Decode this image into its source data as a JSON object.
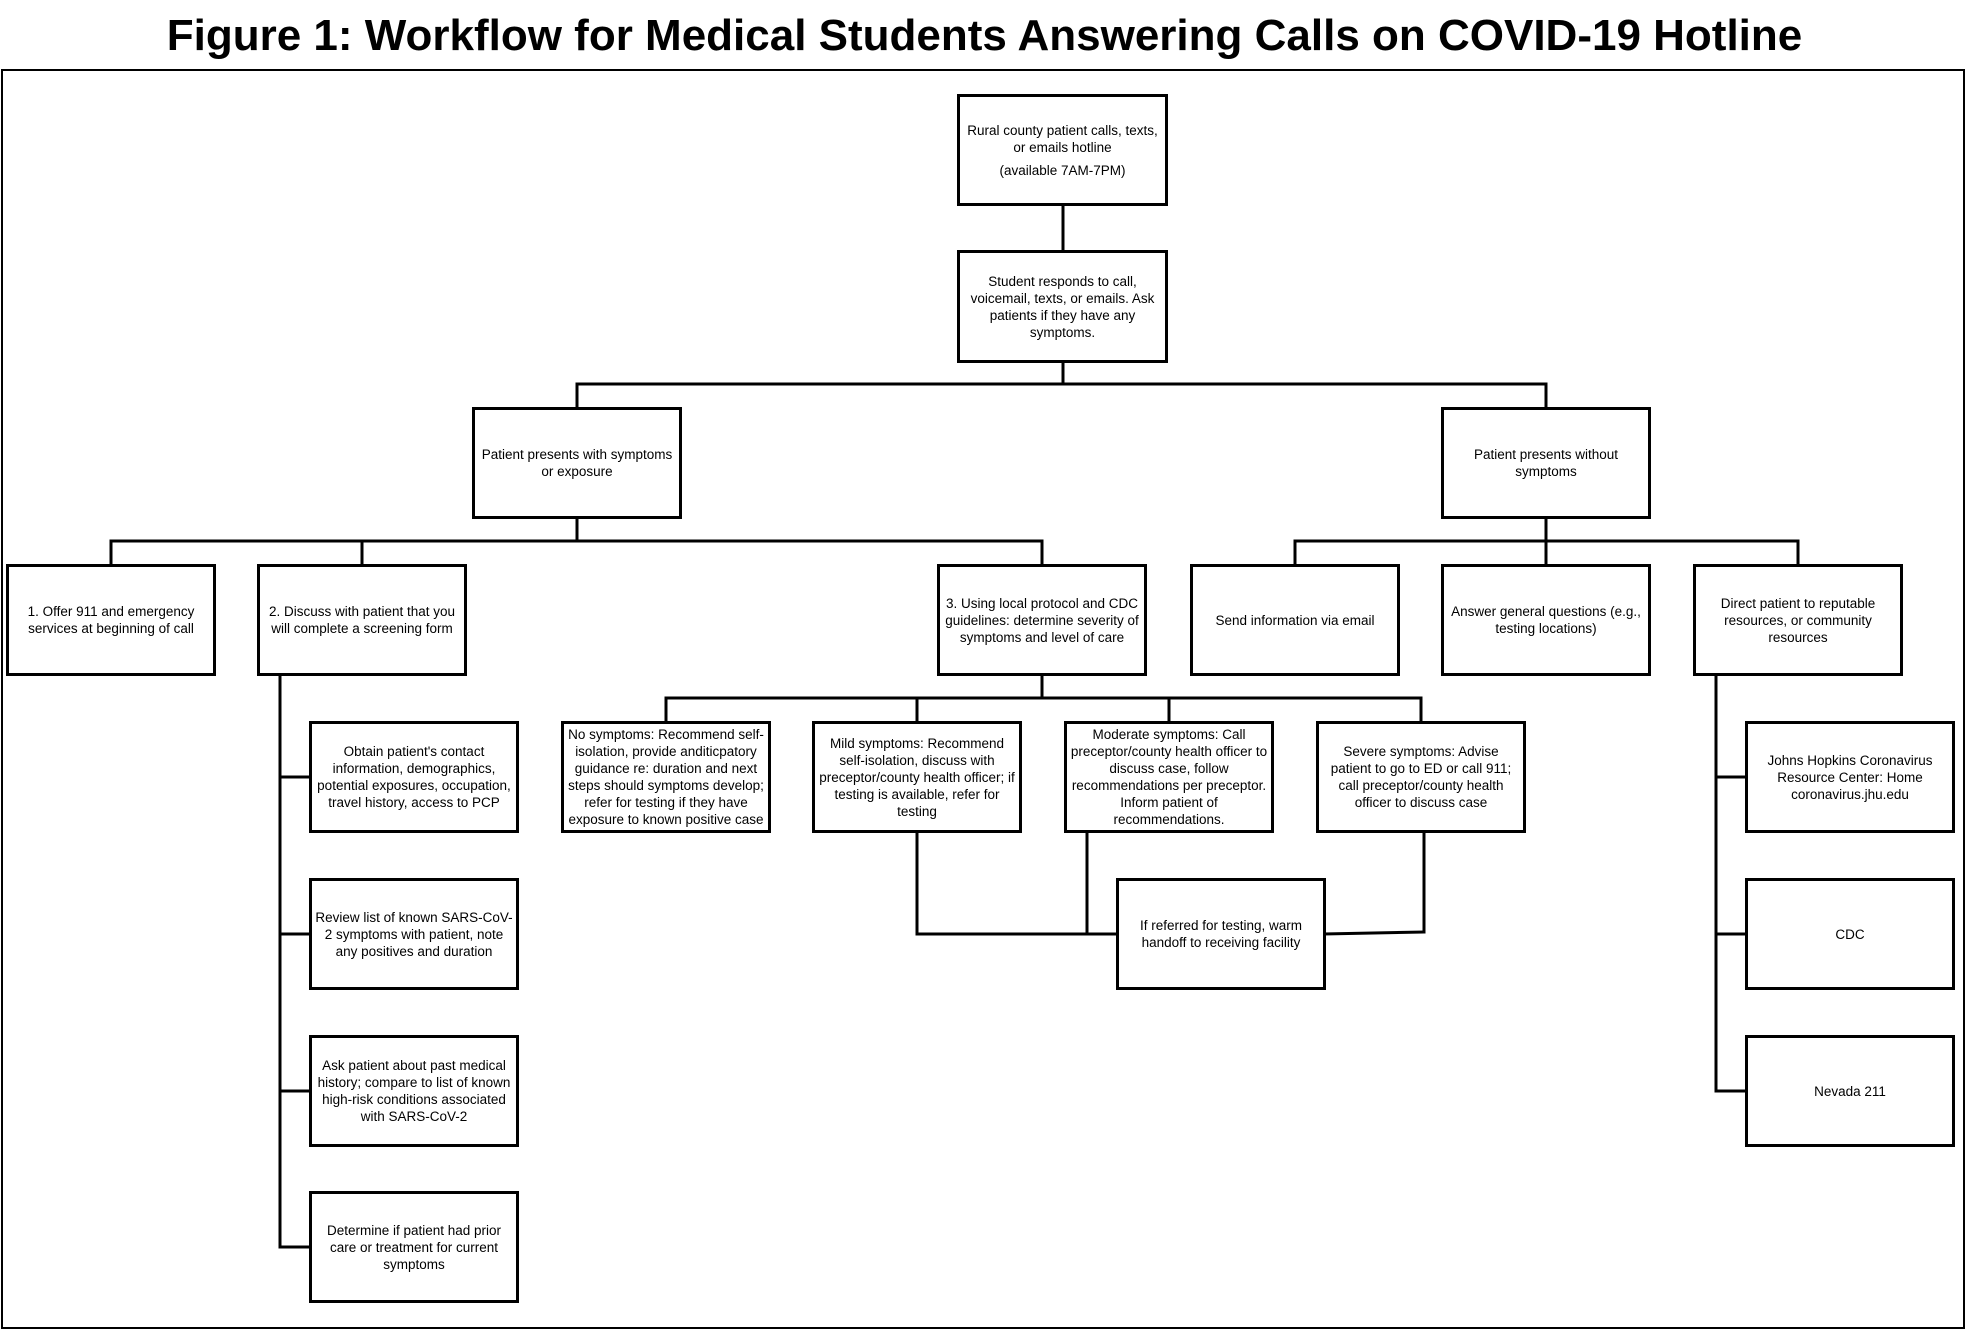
{
  "title": "Figure 1: Workflow for Medical Students Answering Calls on COVID-19 Hotline",
  "nodes": {
    "start": {
      "text": "Rural county patient calls, texts, or emails hotline",
      "note": "(available 7AM-7PM)"
    },
    "respond": {
      "text": "Student responds to call, voicemail, texts, or emails. Ask patients if they have any symptoms."
    },
    "with_symptoms": {
      "text": "Patient presents with symptoms or exposure"
    },
    "without_symptoms": {
      "text": "Patient presents without symptoms"
    },
    "offer_911": {
      "text": "1. Offer 911 and emergency services at beginning of call"
    },
    "screening": {
      "text": "2. Discuss with patient that you will complete a screening form"
    },
    "severity": {
      "text": "3. Using local protocol and CDC guidelines: determine severity of symptoms and level of care"
    },
    "send_email": {
      "text": "Send information via email"
    },
    "general_questions": {
      "text": "Answer general questions (e.g., testing locations)"
    },
    "direct_resources": {
      "text": "Direct patient to reputable resources, or community resources"
    },
    "contact_info": {
      "text": "Obtain patient's contact information, demographics, potential exposures, occupation, travel history, access to PCP"
    },
    "review_symptoms": {
      "text": "Review list of known SARS-CoV-2 symptoms with patient, note any positives and duration"
    },
    "medical_history": {
      "text": "Ask patient about past medical history; compare to list of known high-risk conditions associated with SARS-CoV-2"
    },
    "prior_care": {
      "text": "Determine if patient had prior care or treatment for current symptoms"
    },
    "no_symptoms": {
      "text": "No symptoms: Recommend self-isolation, provide anditicpatory guidance re: duration and next steps should symptoms develop; refer for testing if they have exposure to known positive case"
    },
    "mild": {
      "text": "Mild symptoms: Recommend self-isolation, discuss with preceptor/county health officer; if testing is available, refer for testing"
    },
    "moderate": {
      "text": "Moderate symptoms: Call preceptor/county health officer to discuss case, follow recommendations per preceptor. Inform patient of recommendations."
    },
    "severe": {
      "text": "Severe symptoms: Advise patient to go to ED or call 911; call preceptor/county health officer to discuss case"
    },
    "warm_handoff": {
      "text": "If referred for testing, warm handoff to receiving facility"
    },
    "jhu": {
      "text": "Johns Hopkins Coronavirus Resource Center: Home coronavirus.jhu.edu"
    },
    "cdc": {
      "text": "CDC"
    },
    "nevada": {
      "text": "Nevada 211"
    }
  }
}
